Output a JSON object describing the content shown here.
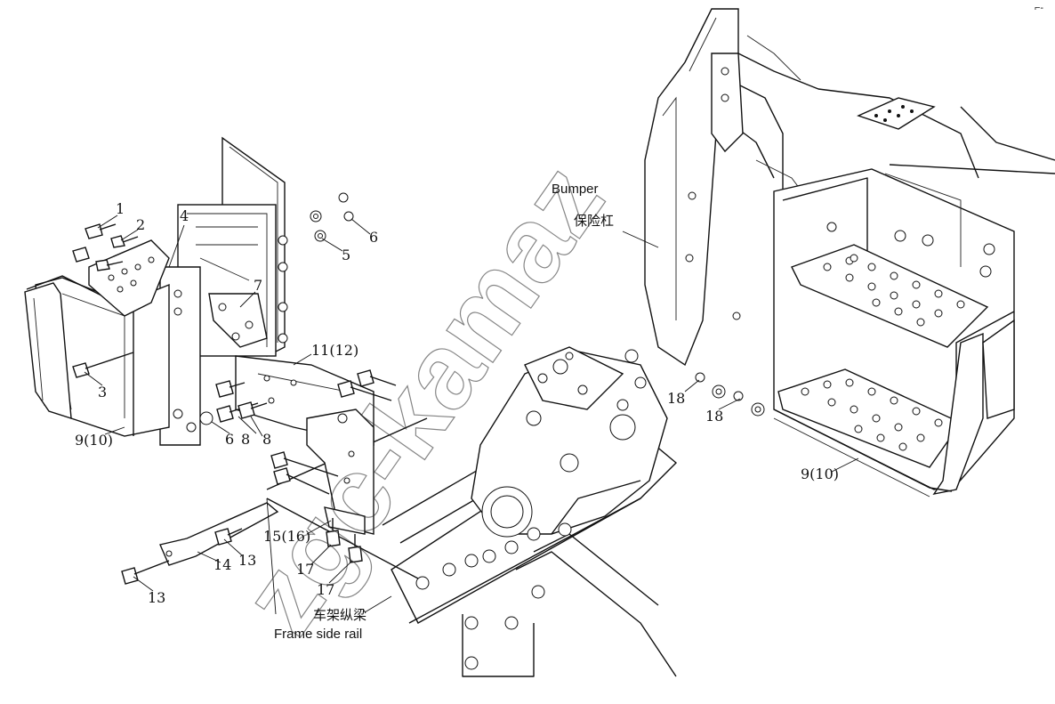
{
  "watermark": "zgc-kamaz",
  "corner_mark": "⌐-",
  "callouts": {
    "c1": "1",
    "c2": "2",
    "c3": "3",
    "c4": "4",
    "c5": "5",
    "c6a": "6",
    "c6b": "6",
    "c7": "7",
    "c8a": "8",
    "c8b": "8",
    "c9a": "9(10)",
    "c9b": "9(10)",
    "c11": "11(12)",
    "c13a": "13",
    "c13b": "13",
    "c14": "14",
    "c15": "15(16)",
    "c17a": "17",
    "c17b": "17",
    "c18a": "18",
    "c18b": "18"
  },
  "labels": {
    "bumper_en": "Bumper",
    "bumper_cn": "保险杠",
    "frame_cn": "车架纵梁",
    "frame_en": "Frame side rail"
  }
}
